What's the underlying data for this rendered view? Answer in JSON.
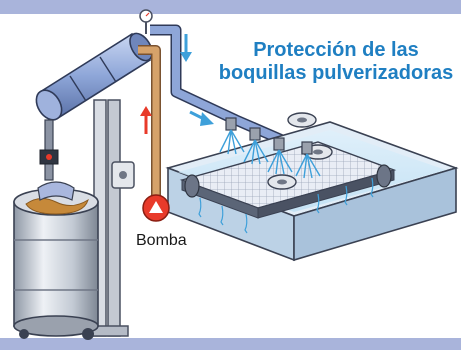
{
  "diagram": {
    "title_lines": [
      "Protección de las",
      "boquillas pulverizadoras"
    ],
    "pump_label": "Bomba"
  },
  "colors": {
    "accent_text": "#1f7fc2",
    "frame_band": "#a9b4db",
    "pipe": "#8ea6d8",
    "suction_hose": "#d6a26a",
    "pump": "#e83a2a",
    "flow_arrow_up": "#e83a2a",
    "flow_arrow_down": "#3ea0da",
    "spray": "#3ea0da"
  },
  "icons": [
    "flow-arrow-down-icon",
    "flow-arrow-up-icon",
    "pump-icon",
    "spray-nozzle-icon",
    "pressure-gauge-icon"
  ]
}
